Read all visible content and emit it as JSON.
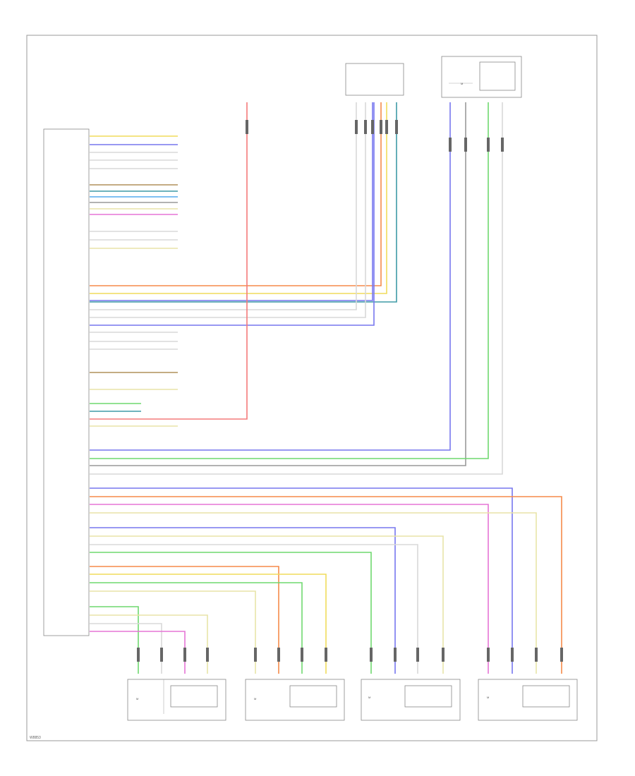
{
  "footer": {
    "code": "W8853"
  },
  "motor_bottom_texts": [
    "M",
    "M",
    "M",
    "M"
  ],
  "colors": {
    "orange": "#f58a4a",
    "yellow": "#f0dc5c",
    "blue": "#7777ee",
    "lightblue": "#55aaee",
    "teal": "#3e9aa6",
    "green": "#6fd86f",
    "brown": "#b0905a",
    "gray": "#999999",
    "pink": "#e675d5",
    "red": "#f47a7a",
    "white": "#d8d8d8",
    "lightyellow": "#e8e4a8"
  }
}
